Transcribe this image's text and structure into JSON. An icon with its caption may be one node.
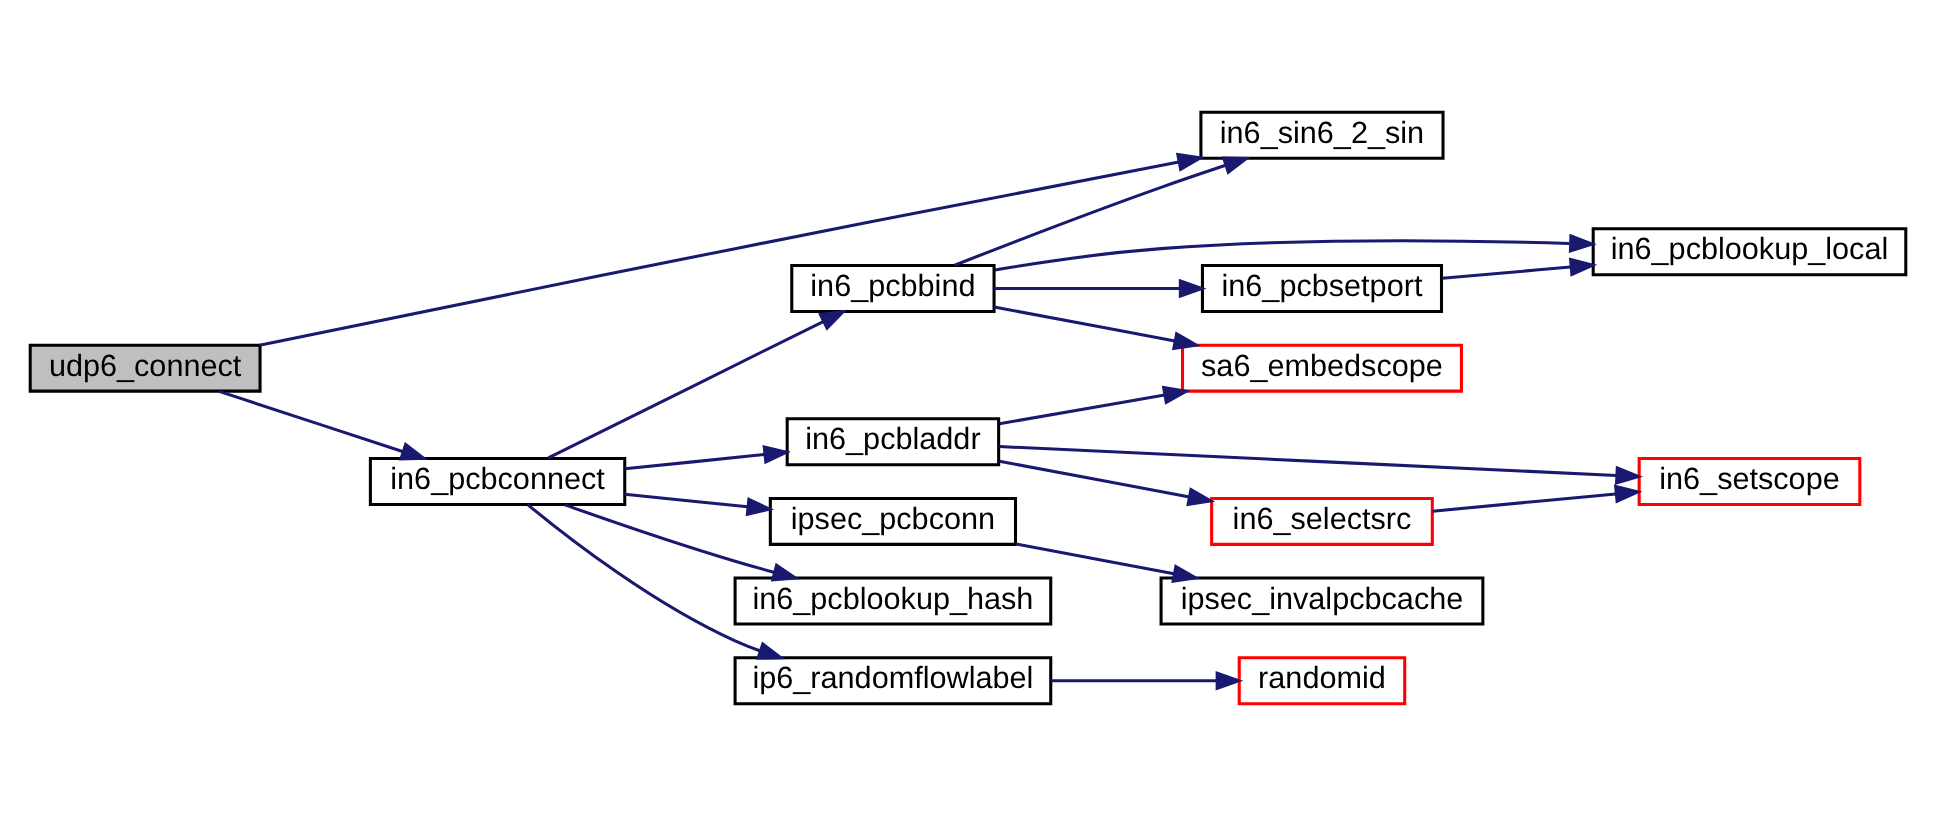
{
  "diagram": {
    "nodes": [
      {
        "text": [
          "udp6_connect"
        ]
      },
      {
        "text": [
          "in6_pcbconnect"
        ]
      },
      {
        "text": [
          "in6_pcbbind"
        ]
      },
      {
        "text": [
          "ipsec_pcbconn"
        ]
      },
      {
        "text": [
          "in6_pcbladdr"
        ]
      },
      {
        "text": [
          "in6_pcblookup_hash"
        ]
      },
      {
        "text": [
          "ip6_randomflowlabel"
        ]
      },
      {
        "text": [
          "in6_sin6_2_sin"
        ]
      },
      {
        "text": [
          "in6_pcbsetport"
        ]
      },
      {
        "text": [
          "sa6_embedscope"
        ]
      },
      {
        "text": [
          "ipsec_invalpcbcache"
        ]
      },
      {
        "text": [
          "in6_selectsrc"
        ]
      },
      {
        "text": [
          "randomid"
        ]
      },
      {
        "text": [
          "in6_pcblookup_local"
        ]
      },
      {
        "text": [
          "in6_setscope"
        ]
      }
    ],
    "edges": [
      {
        "from": 0,
        "to": 7,
        "arrow": "to"
      },
      {
        "from": 0,
        "to": 1,
        "arrow": "to"
      },
      {
        "from": 1,
        "to": 2,
        "arrow": "to"
      },
      {
        "from": 1,
        "to": 3,
        "arrow": "to"
      },
      {
        "from": 1,
        "to": 4,
        "arrow": "to"
      },
      {
        "from": 1,
        "to": 5,
        "arrow": "to"
      },
      {
        "from": 1,
        "to": 6,
        "arrow": "to"
      },
      {
        "from": 2,
        "to": 7,
        "arrow": "to"
      },
      {
        "from": 2,
        "to": 8,
        "arrow": "to"
      },
      {
        "from": 2,
        "to": 13,
        "arrow": "to"
      },
      {
        "from": 2,
        "to": 9,
        "arrow": "to"
      },
      {
        "from": 8,
        "to": 13,
        "arrow": "to"
      },
      {
        "from": 3,
        "to": 10,
        "arrow": "to"
      },
      {
        "from": 4,
        "to": 9,
        "arrow": "to"
      },
      {
        "from": 4,
        "to": 11,
        "arrow": "to"
      },
      {
        "from": 4,
        "to": 14,
        "arrow": "to"
      },
      {
        "from": 11,
        "to": 14,
        "arrow": "to"
      },
      {
        "from": 6,
        "to": 12,
        "arrow": "to"
      }
    ]
  }
}
